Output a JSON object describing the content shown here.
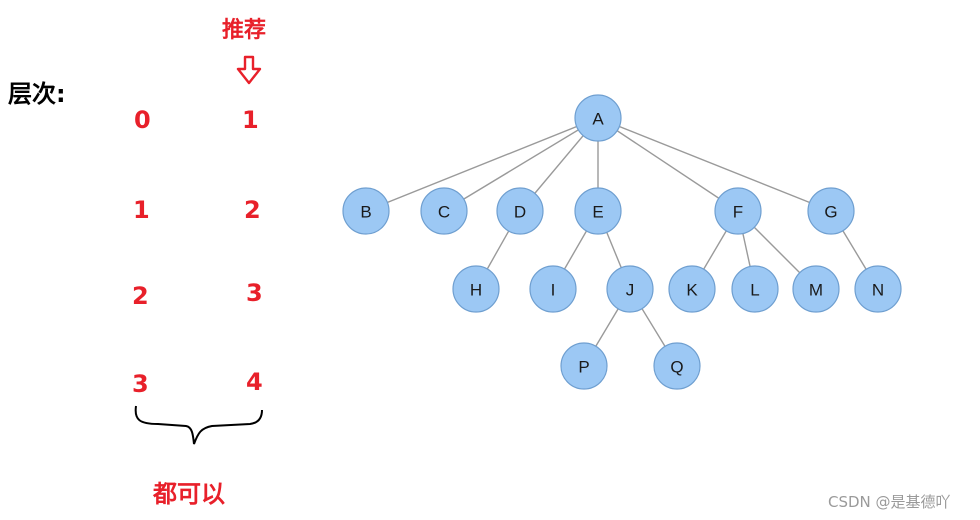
{
  "level_label": "层次:",
  "recommend_label": "推荐",
  "either_label": "都可以",
  "watermark": "CSDN @是基德吖",
  "column_a": [
    "0",
    "1",
    "2",
    "3"
  ],
  "column_b": [
    "1",
    "2",
    "3",
    "4"
  ],
  "colors": {
    "accent": "#e8202a",
    "node_fill": "#9cc8f4",
    "node_stroke": "#6f9fd0",
    "edge": "#9a9a9a"
  },
  "tree": {
    "nodes": [
      "A",
      "B",
      "C",
      "D",
      "E",
      "F",
      "G",
      "H",
      "I",
      "J",
      "K",
      "L",
      "M",
      "N",
      "P",
      "Q"
    ],
    "edges": [
      [
        "A",
        "B"
      ],
      [
        "A",
        "C"
      ],
      [
        "A",
        "D"
      ],
      [
        "A",
        "E"
      ],
      [
        "A",
        "F"
      ],
      [
        "A",
        "G"
      ],
      [
        "D",
        "H"
      ],
      [
        "E",
        "I"
      ],
      [
        "E",
        "J"
      ],
      [
        "J",
        "P"
      ],
      [
        "J",
        "Q"
      ],
      [
        "F",
        "K"
      ],
      [
        "F",
        "L"
      ],
      [
        "F",
        "M"
      ],
      [
        "G",
        "N"
      ]
    ]
  }
}
